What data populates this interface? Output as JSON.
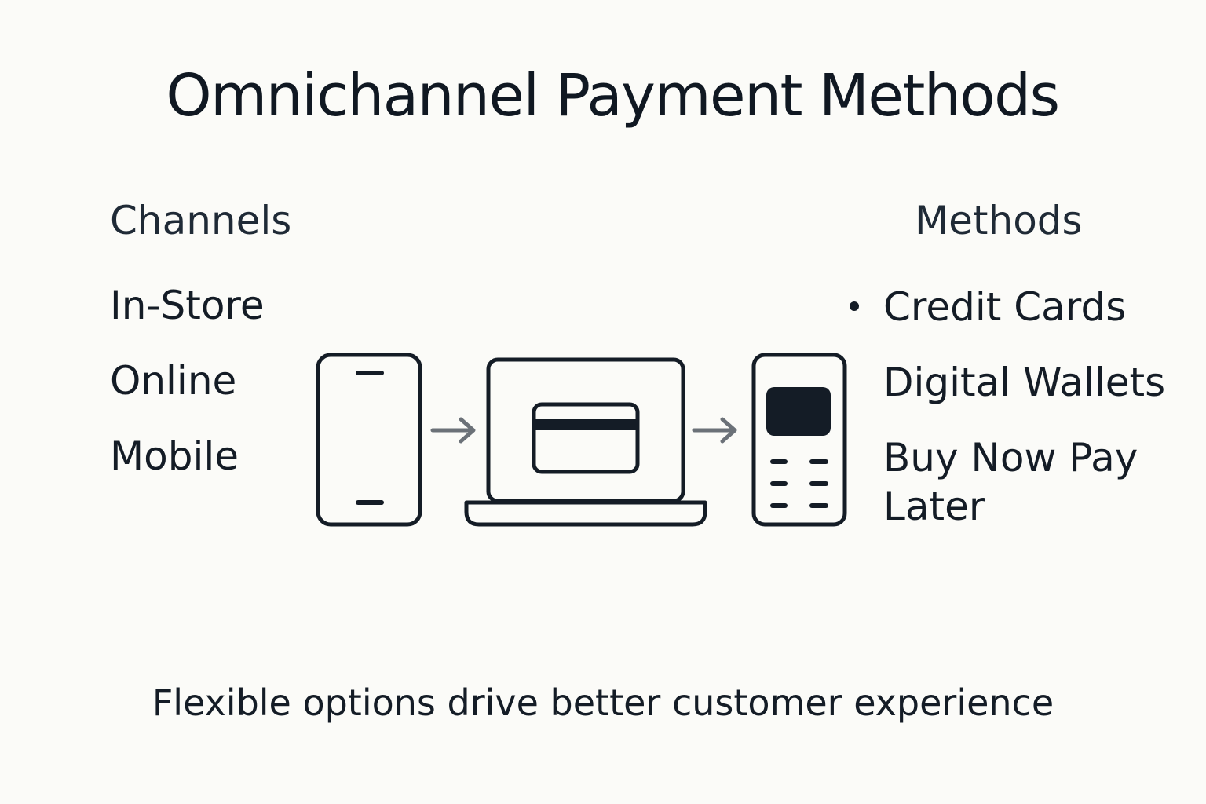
{
  "title": "Omnichannel Payment Methods",
  "channels": {
    "heading": "Channels",
    "items": [
      "In-Store",
      "Online",
      "Mobile"
    ]
  },
  "methods": {
    "heading": "Methods",
    "items": [
      "Credit Cards",
      "Digital Wallets",
      "Buy Now Pay Later"
    ]
  },
  "footer": "Flexible options drive better customer experience",
  "icons": {
    "device_1": "smartphone-icon",
    "connector_1": "arrow-right-icon",
    "device_2": "laptop-with-credit-card-icon",
    "connector_2": "arrow-right-icon",
    "device_3": "payment-terminal-icon"
  },
  "colors": {
    "background": "#fbfbf8",
    "text": "#141c26",
    "arrow": "#6b7178"
  }
}
